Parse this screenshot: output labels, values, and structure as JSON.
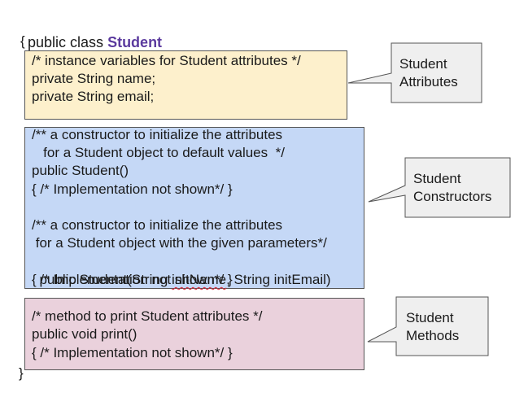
{
  "header": {
    "prefix": "public class ",
    "class_name": "Student",
    "open_brace": "{",
    "close_brace": "}"
  },
  "attributes_box": {
    "lines": [
      "/* instance variables for Student attributes */",
      "private String name;",
      "private String email;"
    ],
    "color": "#fdf0cc"
  },
  "constructors_box": {
    "line1": "/** a constructor to initialize the attributes",
    "line2": "   for a Student object to default values  */",
    "line3": "public Student()",
    "line4": "{ /* Implementation not shown*/ }",
    "line5": "/** a constructor to initialize the attributes",
    "line6": " for a Student object with the given parameters*/",
    "line7_prefix": "public Student(String ",
    "line7_squiggle": "initName",
    "line7_suffix": ", String initEmail)",
    "line8": "{ /* Implementation not shown*/ }",
    "color": "#c5d8f6"
  },
  "methods_box": {
    "lines": [
      "/* method to print Student attributes */",
      "public void print()",
      "{ /* Implementation not shown*/ }"
    ],
    "color": "#ead1dc"
  },
  "callouts": {
    "attributes": {
      "line1": "Student",
      "line2": "Attributes"
    },
    "constructors": {
      "line1": "Student",
      "line2": "Constructors"
    },
    "methods": {
      "line1": "Student",
      "line2": "Methods"
    },
    "fill": "#efefef"
  }
}
